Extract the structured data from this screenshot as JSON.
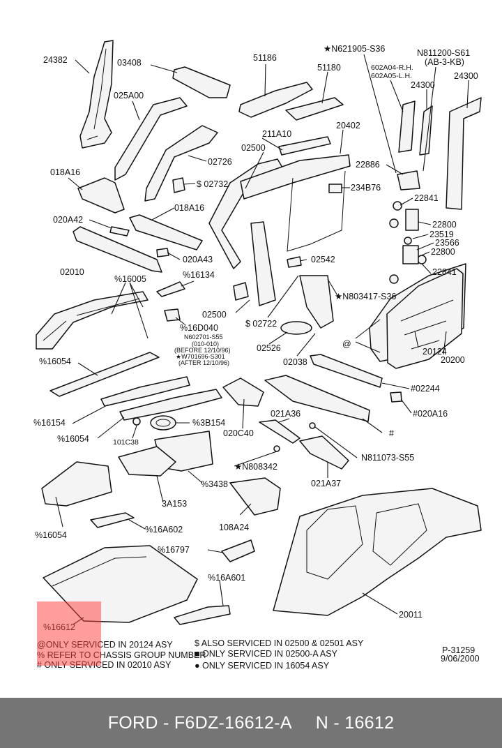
{
  "labels": {
    "p24382": "24382",
    "p03408": "03408",
    "p51186": "51186",
    "n621905": "★N621905-S36",
    "n811200": "N811200-S61",
    "ab3kb": "(AB-3-KB)",
    "p51180": "51180",
    "p602a04": "602A04-R.H.",
    "p602a05": "602A05-L.H.",
    "p24300a": "24300",
    "p24300b": "24300",
    "p025a00": "025A00",
    "p211a10": "211A10",
    "p20402": "20402",
    "p02500a": "02500",
    "p02726": "02726",
    "p018a16a": "018A16",
    "p02732": "$ 02732",
    "p22886": "22886",
    "p234b76": "234B76",
    "p018a16b": "018A16",
    "p22841a": "22841",
    "p020a42": "020A42",
    "p22800a": "22800",
    "p23519": "23519",
    "p23566": "23566",
    "p22800b": "22800",
    "p02010": "02010",
    "p020a43": "020A43",
    "p02542": "02542",
    "p22841b": "22841",
    "p16005": "%16005",
    "p16134": "%16134",
    "n803417": "★N803417-S36",
    "p02500b": "02500",
    "p02722": "$ 02722",
    "p16d040": "%16D040",
    "n602701": "N602701-S55",
    "n602701b": "(010-010)",
    "n602701c": "(BEFORE 12/10/96)",
    "w701696": "★W701696-S301",
    "w701696b": "(AFTER 12/10/96)",
    "p02526": "02526",
    "p02038": "02038",
    "at_sym": "@",
    "p20124": "20124",
    "p20200": "20200",
    "p16054a": "%16054",
    "p02244": "#02244",
    "p020a16": "#020A16",
    "p16154": "%16154",
    "p021a36": "021A36",
    "p3b154": "%3B154",
    "hash": "#",
    "p16054b": "%16054",
    "p101c38": "101C38",
    "p020c40": "020C40",
    "n811073": "N811073-S55",
    "n808342": "★N808342",
    "p021a37": "021A37",
    "p3438": "%3438",
    "p3a153": "3A153",
    "p108a24": "108A24",
    "p16054c": "%16054",
    "p16a602": "%16A602",
    "p16797": "%16797",
    "p16a601": "%16A601",
    "p16612": "%16612",
    "p20011": "20011"
  },
  "notes": {
    "left1": "@ONLY SERVICED IN 20124 ASY",
    "left2": "% REFER TO CHASSIS GROUP NUMBER",
    "left3": "# ONLY SERVICED IN 02010 ASY",
    "right1": "$ ALSO SERVICED IN 02500 & 02501 ASY",
    "right2": "■ ONLY SERVICED IN 02500-A ASY",
    "right3": "● ONLY SERVICED IN 16054 ASY",
    "ref": "P-31259",
    "date": "9/06/2000"
  },
  "footer": {
    "part_number": "FORD - F6DZ-16612-A",
    "base_number": "N - 16612"
  },
  "colors": {
    "footer_bg": "#757575",
    "highlight": "#ff3c3c"
  }
}
